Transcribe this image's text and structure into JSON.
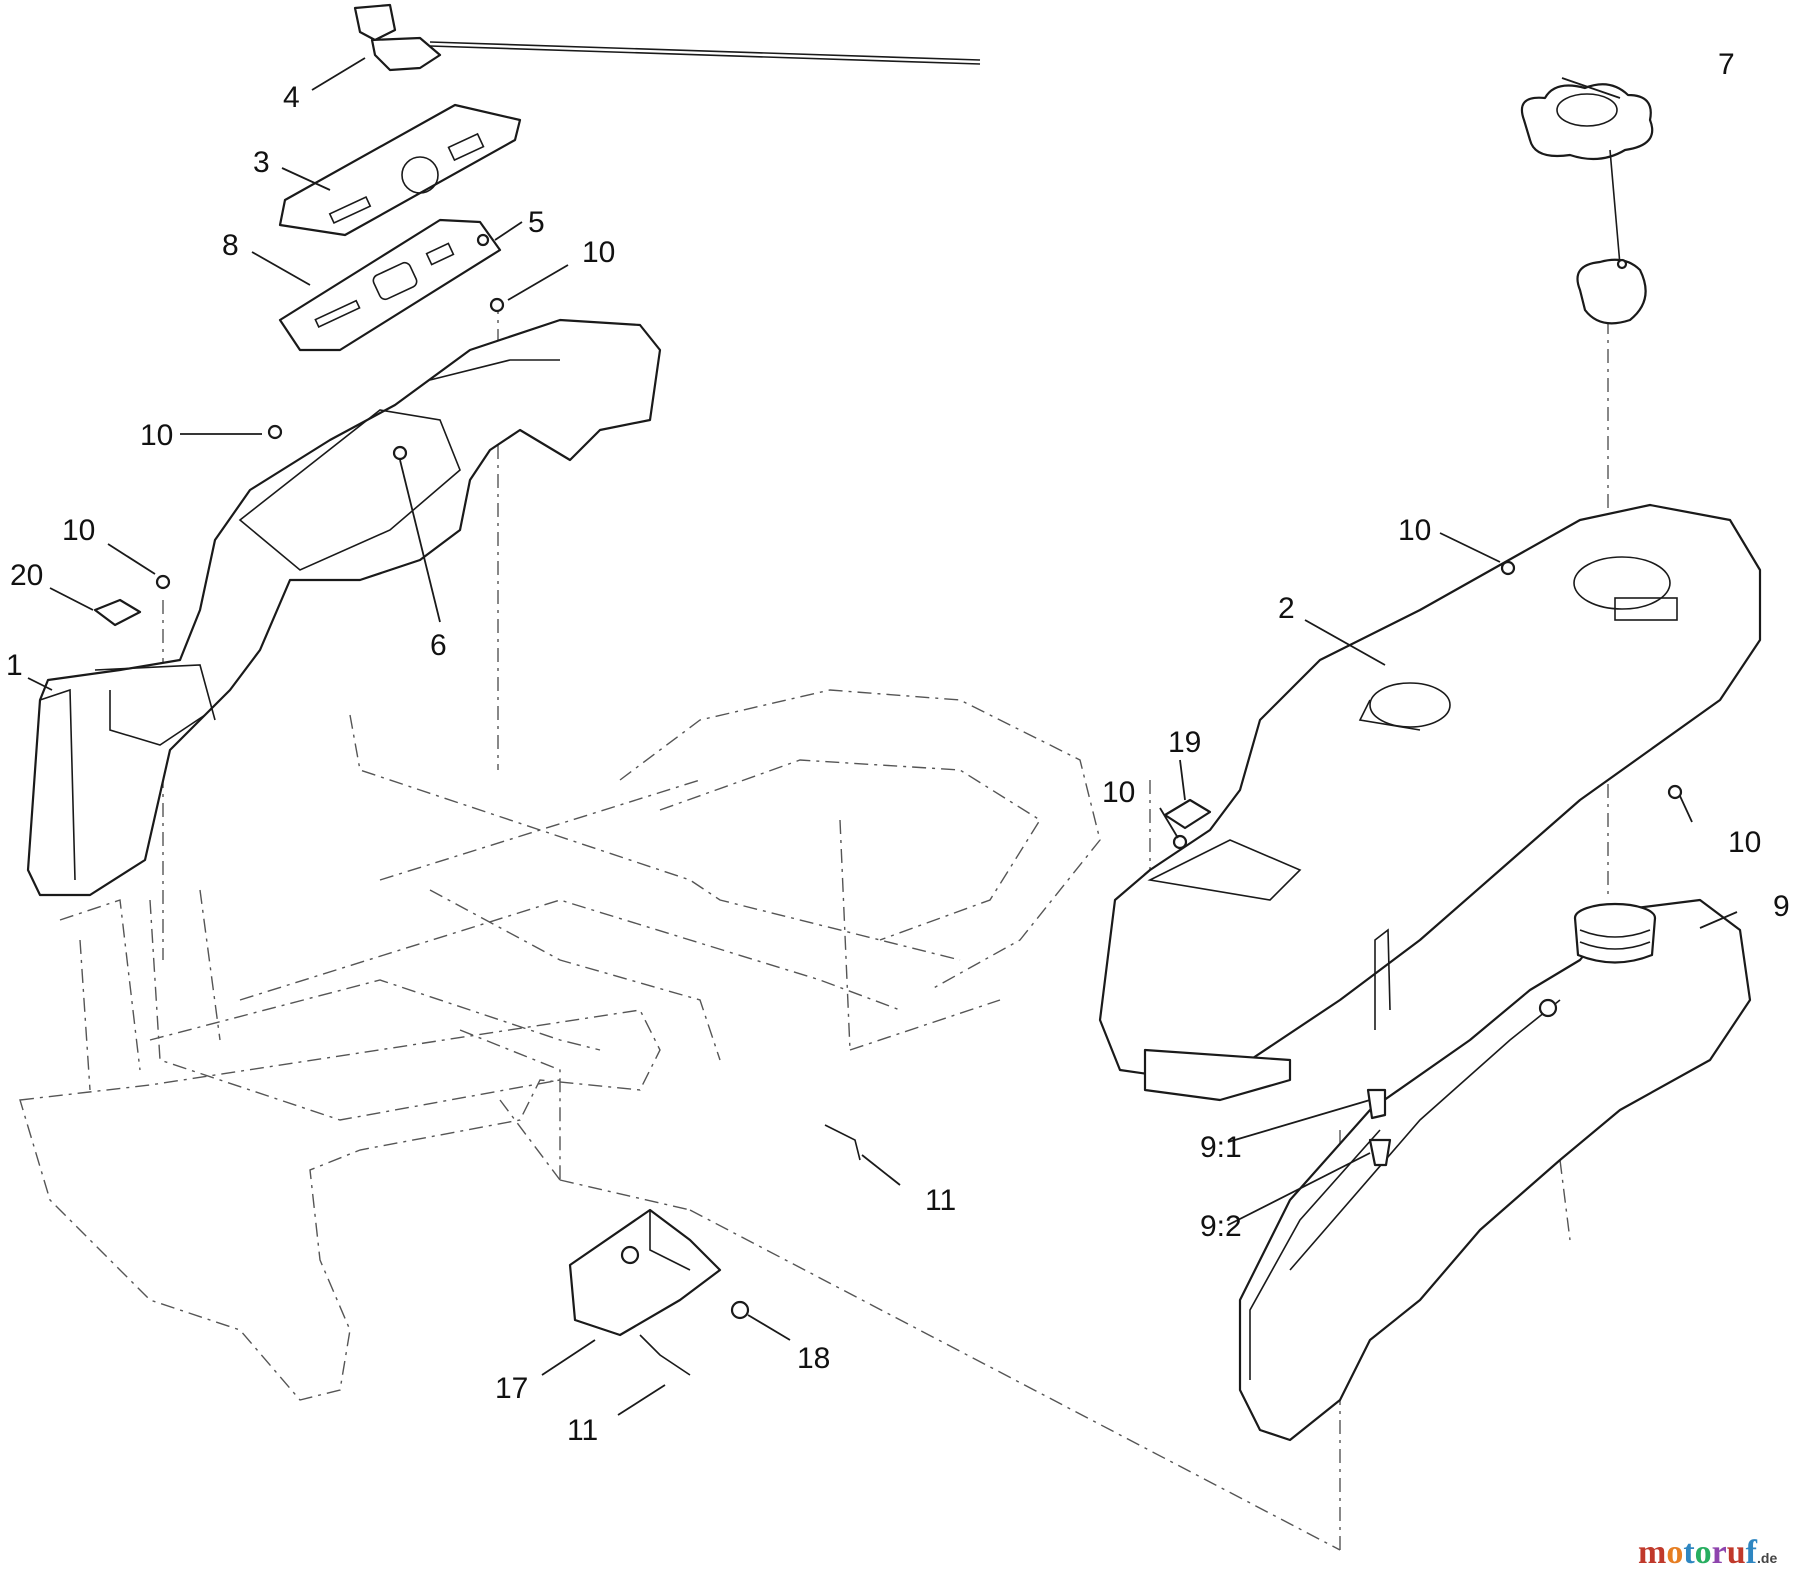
{
  "diagram": {
    "callouts": [
      "4",
      "3",
      "8",
      "5",
      "10",
      "10",
      "10",
      "20",
      "1",
      "6",
      "7",
      "10",
      "2",
      "19",
      "10",
      "10",
      "9",
      "9:1",
      "9:2",
      "11",
      "17",
      "11",
      "18"
    ],
    "watermark": {
      "letters": [
        "m",
        "o",
        "t",
        "o",
        "r",
        "u",
        "f"
      ],
      "letter_colors": [
        "#c0392b",
        "#e67e22",
        "#2e86c1",
        "#27ae60",
        "#8e44ad",
        "#c0392b",
        "#2e86c1"
      ],
      "suffix": ".de",
      "suffix_color": "#444444"
    }
  }
}
